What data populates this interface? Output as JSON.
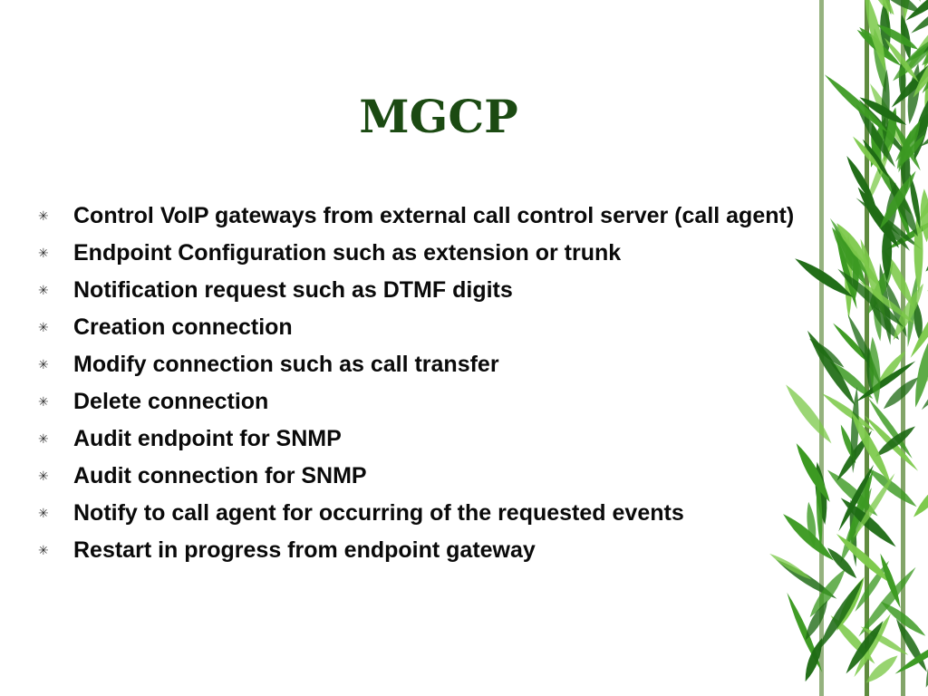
{
  "slide": {
    "title": "MGCP",
    "bullet_glyph": "✳",
    "bullets": [
      "Control VoIP gateways from external call control server (call agent)",
      "Endpoint Configuration such as extension or trunk",
      "Notification request such as DTMF digits",
      "Creation connection",
      "Modify connection such as call transfer",
      "Delete connection",
      "Audit endpoint for SNMP",
      "Audit connection for SNMP",
      "Notify to call agent for occurring of the requested events",
      "Restart in progress from endpoint gateway"
    ]
  },
  "colors": {
    "title": "#1b4a12",
    "text": "#0a0a0a",
    "leaf_dark": "#1e6b14",
    "leaf_mid": "#3c9a22",
    "leaf_light": "#7cc94a"
  },
  "decoration": {
    "icon": "bamboo-leaves-icon"
  }
}
